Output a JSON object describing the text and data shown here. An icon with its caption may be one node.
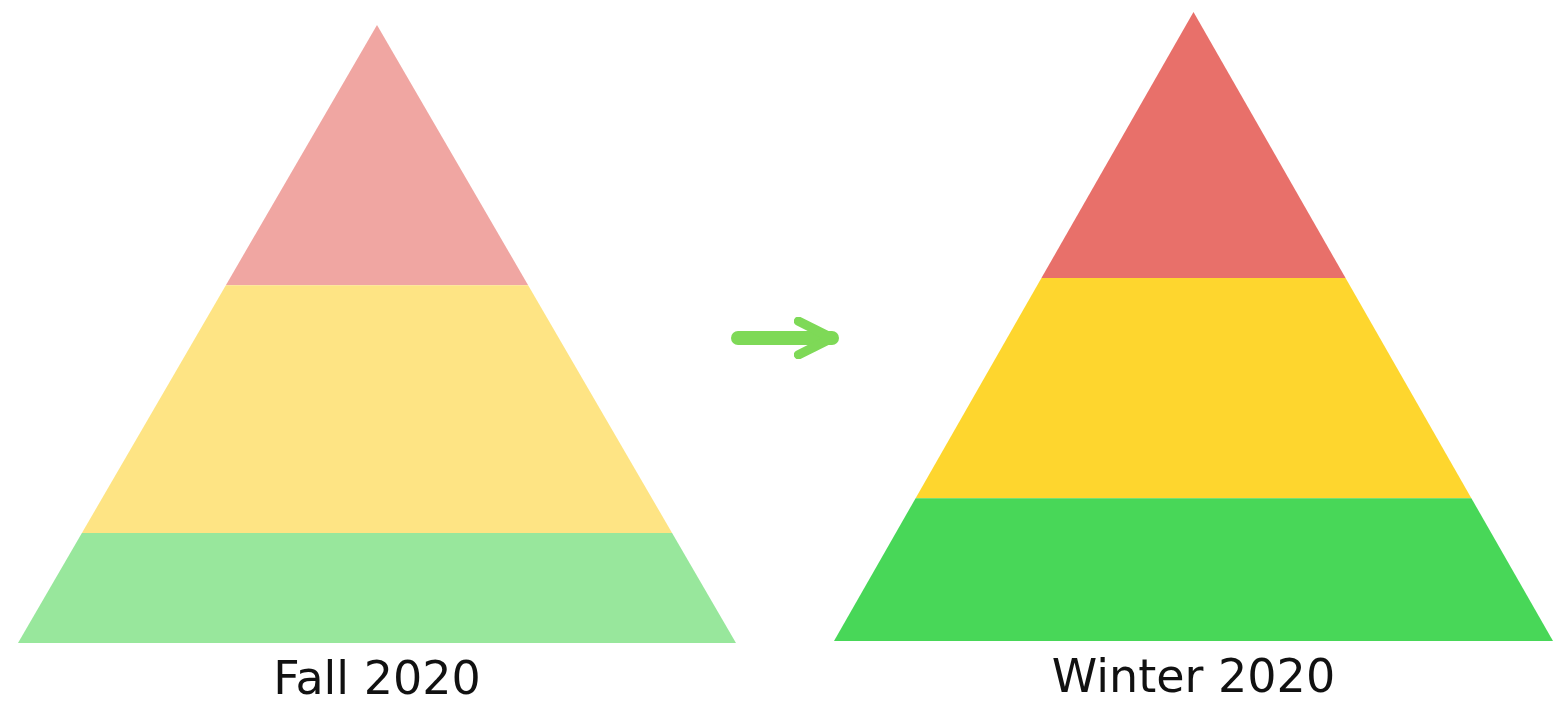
{
  "diagram": {
    "nodes": [
      {
        "text": [
          "Fall 2020"
        ]
      },
      {
        "text": [
          "Winter 2020"
        ]
      }
    ],
    "edges": [
      {
        "from": 0,
        "to": 1,
        "arrow": "to"
      }
    ]
  }
}
